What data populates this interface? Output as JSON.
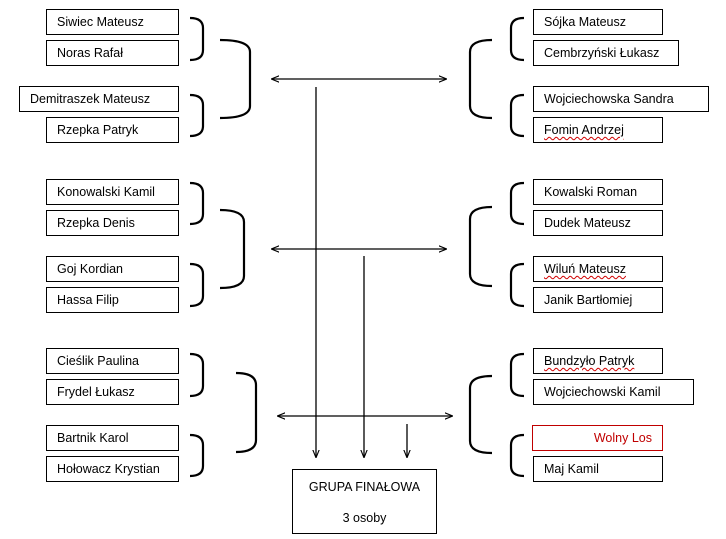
{
  "left_players": [
    "Siwiec Mateusz",
    "Noras Rafał",
    "Demitraszek Mateusz",
    "Rzepka Patryk",
    "Konowalski Kamil",
    "Rzepka Denis",
    "Goj Kordian",
    "Hassa Filip",
    "Cieślik Paulina",
    "Frydel Łukasz",
    "Bartnik Karol",
    "Hołowacz Krystian"
  ],
  "right_players": [
    "Sójka Mateusz",
    "Cembrzyński  Łukasz",
    "Wojciechowska Sandra",
    "Fomin Andrzej",
    "Kowalski Roman",
    "Dudek Mateusz",
    "Wiluń Mateusz",
    "Janik Bartłomiej",
    "Bundzyło Patryk",
    "Wojciechowski Kamil",
    "Wolny Los",
    "Maj Kamil"
  ],
  "final_group": {
    "title": "GRUPA FINAŁOWA",
    "subtitle": "3 osoby"
  },
  "colors": {
    "line": "#000000",
    "bye": "#c00000",
    "spell_underline": "#d00000"
  }
}
